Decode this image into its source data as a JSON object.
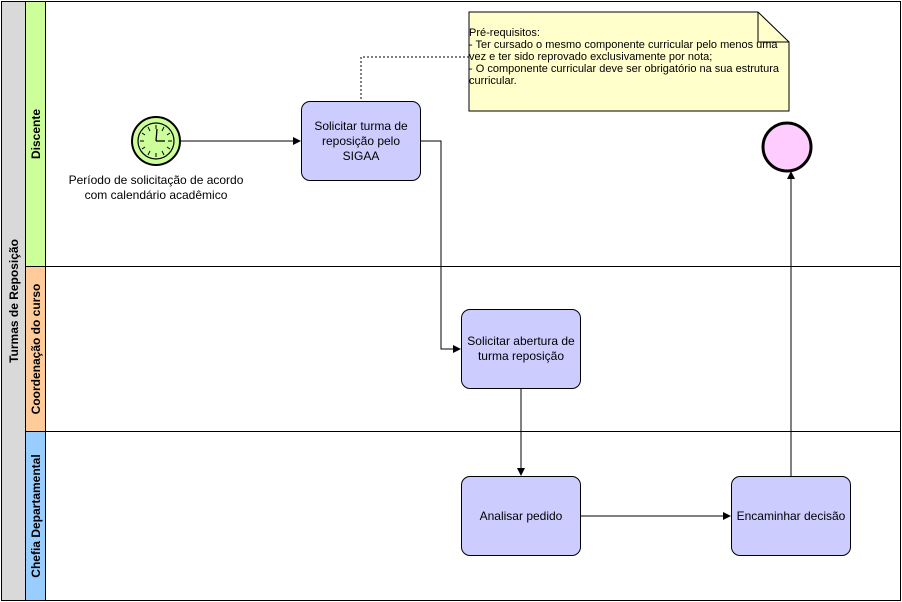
{
  "pool": {
    "title": "Turmas de Reposição"
  },
  "lanes": [
    {
      "label": "Discente",
      "color": "#ccff99"
    },
    {
      "label": "Coordenação do curso",
      "color": "#ffcc99"
    },
    {
      "label": "Chefia Departamental",
      "color": "#99ccff"
    }
  ],
  "start_event": {
    "caption": "Período de solicitação de acordo com calendário acadêmico",
    "type": "timer"
  },
  "tasks": {
    "solicitar_turma": "Solicitar turma de reposição pelo SIGAA",
    "solicitar_abertura": "Solicitar abertura de turma reposição",
    "analisar_pedido": "Analisar pedido",
    "encaminhar_decisao": "Encaminhar decisão"
  },
  "annotation": {
    "text": "Pré-requisitos:\n-  Ter cursado o mesmo componente curricular pelo menos uma vez e ter sido reprovado exclusivamente por nota;\n- O componente curricular deve ser obrigatório na sua estrutura curricular."
  },
  "colors": {
    "task_fill": "#ccccff",
    "end_event_fill": "#ffccff",
    "timer_fill": "#ccff99",
    "note_fill": "#ffffcc"
  }
}
